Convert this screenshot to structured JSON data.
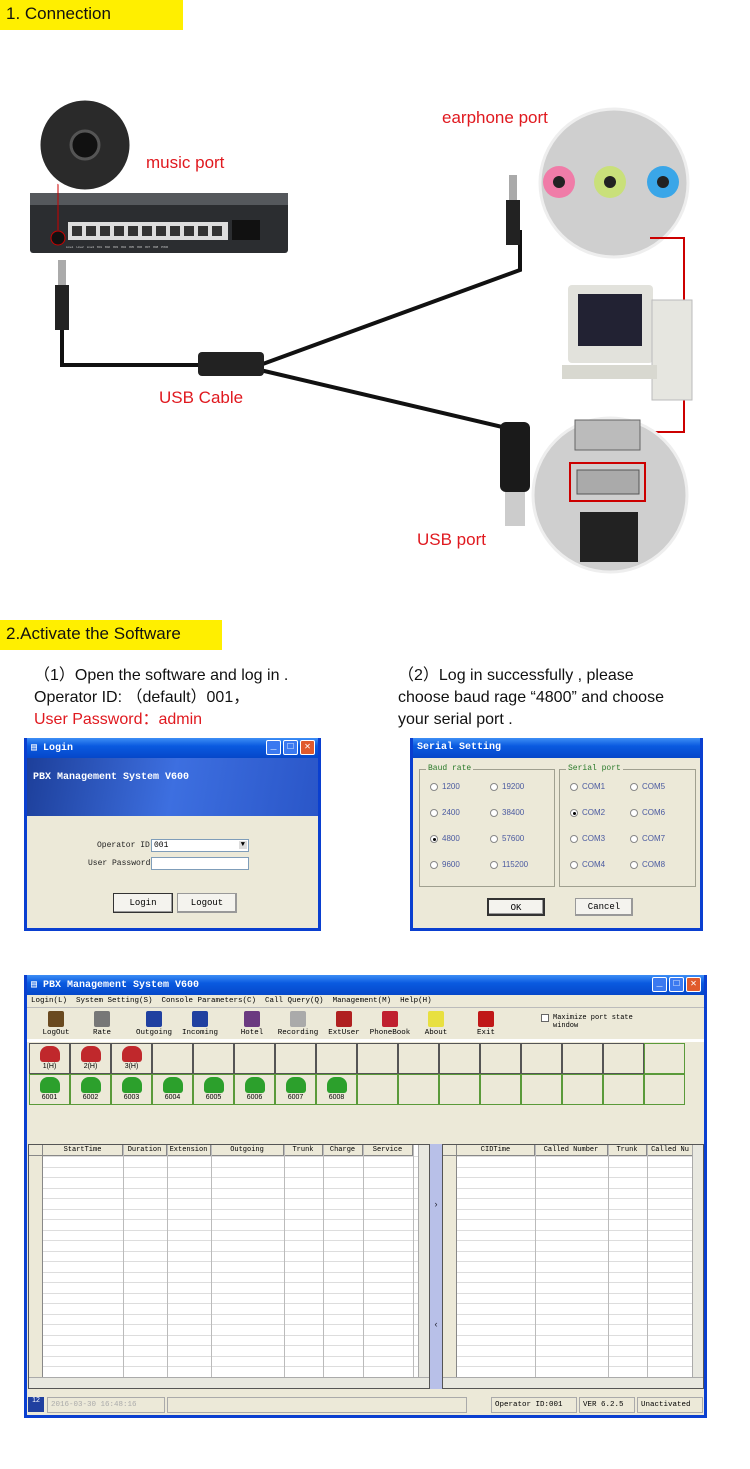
{
  "section1": {
    "title": "1. Connection"
  },
  "photo": {
    "music_port": "music port",
    "earphone_port": "earphone port",
    "usb_cable": "USB Cable",
    "usb_port": "USB port",
    "device_labels": [
      "Line1",
      "Line2",
      "Line3",
      "801",
      "802",
      "803",
      "804",
      "805",
      "806",
      "807",
      "808",
      "PWR"
    ]
  },
  "section2": {
    "title": "2.Activate the Software",
    "step1": {
      "line1": "（1）Open the software and log in .",
      "line2": "Operator ID: （default）001，",
      "line3": "User Password：admin"
    },
    "step2": {
      "line1": "（2）Log in successfully , please",
      "line2": "choose baud rage “4800” and choose",
      "line3": "your serial port ."
    }
  },
  "login": {
    "title": "Login",
    "banner": "PBX Management System V600",
    "operator_label": "Operator ID",
    "operator_value": "001",
    "password_label": "User Password",
    "password_value": "",
    "login_btn": "Login",
    "logout_btn": "Logout"
  },
  "serial": {
    "title": "Serial Setting",
    "baud_label": "Baud rate",
    "port_label": "Serial port",
    "baud": [
      "1200",
      "2400",
      "4800",
      "9600",
      "19200",
      "38400",
      "57600",
      "115200"
    ],
    "baud_selected": "4800",
    "ports": [
      "COM1",
      "COM2",
      "COM3",
      "COM4",
      "COM5",
      "COM6",
      "COM7",
      "COM8"
    ],
    "port_selected": "COM2",
    "ok": "OK",
    "cancel": "Cancel"
  },
  "main": {
    "title": "PBX Management System V600",
    "menu": [
      "Login(L)",
      "System Setting(S)",
      "Console Parameters(C)",
      "Call Query(Q)",
      "Management(M)",
      "Help(H)"
    ],
    "toolbar": [
      {
        "label": "LogOut",
        "icon": "logout-icon"
      },
      {
        "label": "Rate",
        "icon": "rate-icon"
      },
      {
        "label": "Outgoing",
        "icon": "outgoing-icon"
      },
      {
        "label": "Incoming",
        "icon": "incoming-icon"
      },
      {
        "label": "Hotel",
        "icon": "hotel-icon"
      },
      {
        "label": "Recording",
        "icon": "recording-icon"
      },
      {
        "label": "ExtUser",
        "icon": "extuser-icon"
      },
      {
        "label": "PhoneBook",
        "icon": "phonebook-icon"
      },
      {
        "label": "About",
        "icon": "bulb-icon"
      },
      {
        "label": "Exit",
        "icon": "exit-icon"
      }
    ],
    "maximize_label": "Maximize port state window",
    "maximize_checked": false,
    "trunks": [
      "1(H)",
      "2(H)",
      "3(H)"
    ],
    "extensions": [
      "6001",
      "6002",
      "6003",
      "6004",
      "6005",
      "6006",
      "6007",
      "6008"
    ],
    "left_columns": [
      "StartTime",
      "Duration",
      "Extension",
      "Outgoing",
      "Trunk",
      "Charge",
      "Service"
    ],
    "right_columns": [
      "CIDTime",
      "Called Number",
      "Trunk",
      "Called Nu"
    ],
    "status": {
      "datetime": "2016-03-30 16:48:16",
      "operator": "Operator ID:001",
      "version": "VER 6.2.5",
      "activation": "Unactivated"
    },
    "colors": {
      "trunk": "#c0282c",
      "extension": "#2ca02c",
      "titlebar": "#0a5ae0"
    }
  }
}
